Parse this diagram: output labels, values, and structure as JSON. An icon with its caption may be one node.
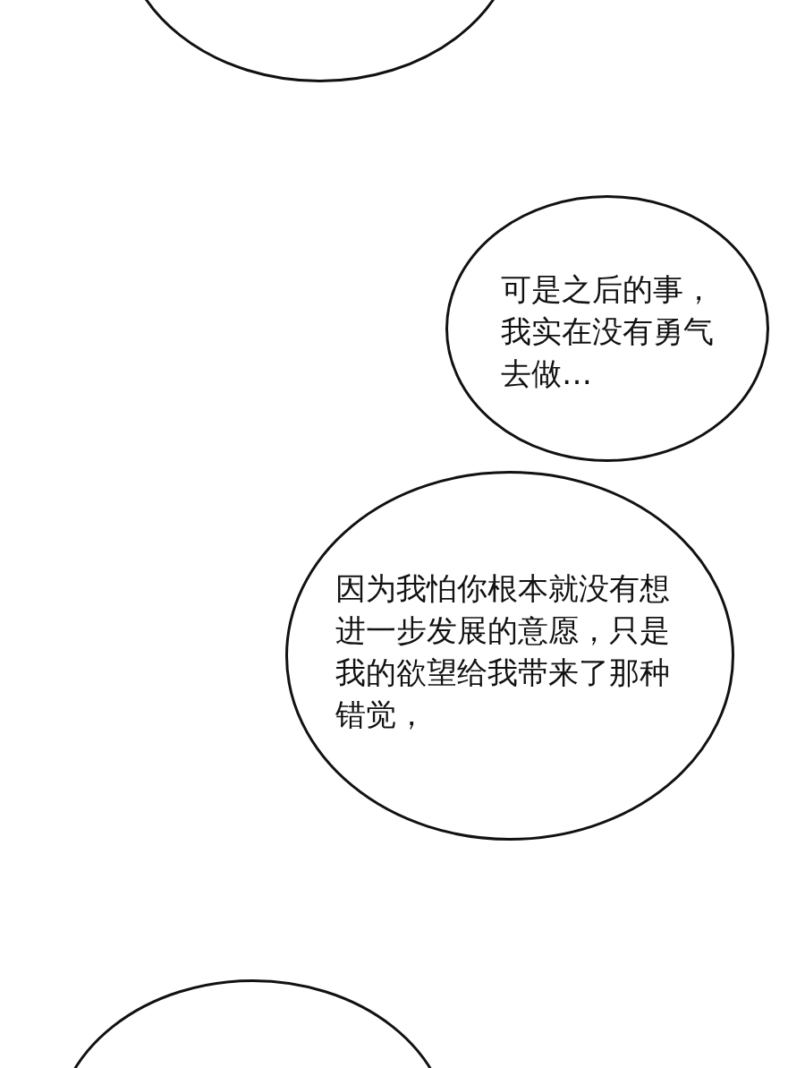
{
  "diagram": {
    "nodes": [
      {
        "text": [],
        "shape": "circle"
      },
      {
        "text": [
          "可是之后的事，我实在没有勇气去做…"
        ]
      },
      {
        "text": [
          "因为我怕你根本就没有想进一步发展的意愿，只是我的欲望给我带来了那种错觉，"
        ]
      },
      {
        "text": [],
        "shape": "circle"
      }
    ]
  }
}
